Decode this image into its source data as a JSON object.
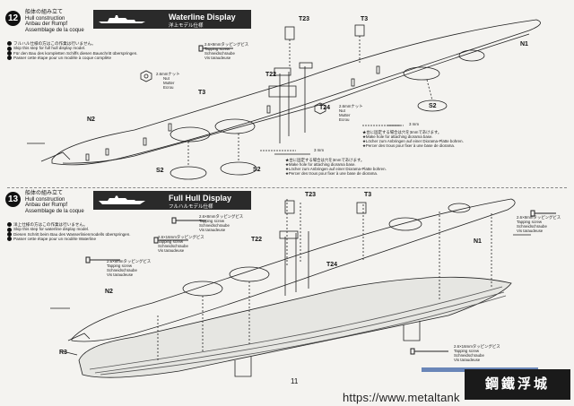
{
  "page": {
    "number": "11",
    "website": "https://www.metaltank",
    "watermark_cn": "鋼鐵浮城"
  },
  "steps": [
    {
      "number": "12",
      "header": [
        "船体の組み立て",
        "Hull construction",
        "Anbau der Rumpf",
        "Assemblage de la coque"
      ],
      "banner_title": "Waterline Display",
      "banner_sub": "洋上モデル仕様",
      "notes": [
        "フルハル仕様の方はこの作業は行いません。",
        "Skip this step for full hull display model.",
        "Für den Bau des kompletten Schiffs diesen Bauschritt überspringen.",
        "Passer cette étape pour un modèle à coque complète"
      ],
      "callouts": {
        "nut_jp": "2.6mmナット",
        "nut_text": [
          "Nut",
          "Mutter",
          "Ecrou"
        ],
        "screw_jp": "2.6×8mmタッピングビス",
        "screw_text": [
          "Tapping screw",
          "Schneidschraube",
          "Vis taraudeuse"
        ],
        "nut2_jp": "2.6mmナット",
        "nut2_text": [
          "Nut",
          "Mutter",
          "Ecrou"
        ],
        "dim_3mm": "3 mm",
        "holes_note": [
          "★台に固定する場合は穴を3mmであけます。",
          "★Make hole for attaching diorama base.",
          "★Löcher zum Anbringen auf einer Diorama-Platte bohren.",
          "★Percer des trous pour fixer à une base de diorama."
        ]
      },
      "parts": [
        "T23",
        "T3",
        "N1",
        "T22",
        "T3",
        "T24",
        "N2",
        "S2",
        "S2",
        "S2"
      ]
    },
    {
      "number": "13",
      "header": [
        "船体の組み立て",
        "Hull construction",
        "Anbau der Rumpf",
        "Assemblage de la coque"
      ],
      "banner_title": "Full Hull Display",
      "banner_sub": "フルハルモデル仕様",
      "notes": [
        "洋上仕様の方はこの作業は行いません。",
        "Skip this step for waterline display model.",
        "Diesen Schritt beim Bau des Wasserlinienmodells überspringen.",
        "Passer cette étape pour un modèle Waterline"
      ],
      "callouts": {
        "screw_a_jp": "2.6×8mmタッピングビス",
        "screw_a_text": [
          "Tapping screw",
          "Schneidschraube",
          "Vis taraudeuse"
        ],
        "screw_b_jp": "2.6×16mmタッピングビス",
        "screw_b_text": [
          "Tapping screw",
          "Schneidschraube",
          "Vis taraudeuse"
        ],
        "screw_c_jp": "2.6×8mmタッピングビス",
        "screw_c_text": [
          "Tapping screw",
          "Schneidschraube",
          "Vis taraudeuse"
        ],
        "screw_d_jp": "2.6×8mmタッピングビス",
        "screw_d_text": [
          "Tapping screw",
          "Schneidschraube",
          "Vis taraudeuse"
        ],
        "screw_e_jp": "2.6×16mmタッピングビス",
        "screw_e_text": [
          "Tapping screw",
          "Schneidschraube",
          "Vis taraudeuse"
        ]
      },
      "parts": [
        "T23",
        "T3",
        "T22",
        "N1",
        "T24",
        "N2",
        "R3"
      ]
    }
  ]
}
